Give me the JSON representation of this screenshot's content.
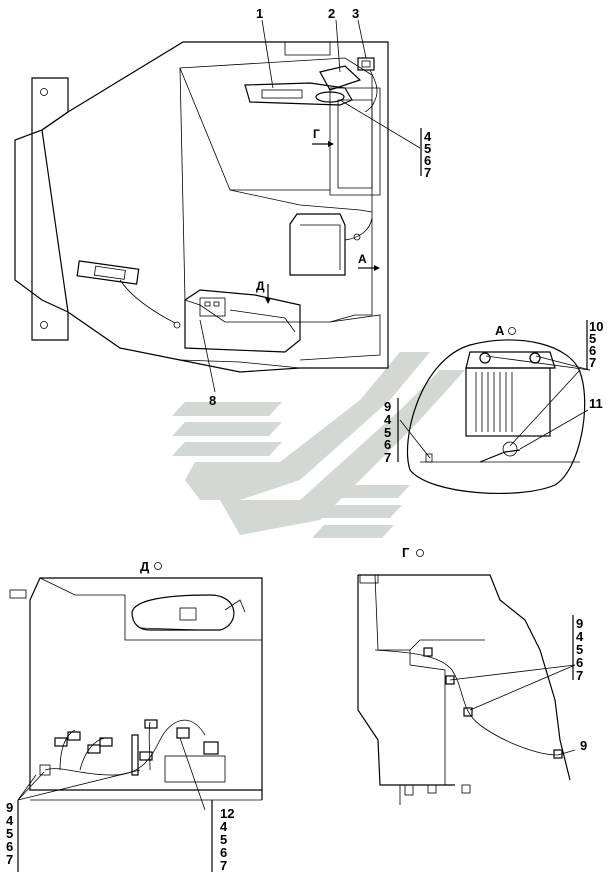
{
  "callouts": {
    "top": [
      "1",
      "2",
      "3",
      "8"
    ],
    "top_stack": [
      "4",
      "5",
      "6",
      "7"
    ],
    "view_markers": {
      "G": "Г",
      "A": "А",
      "D": "Д"
    },
    "view_a": {
      "title": "А",
      "stack_right": [
        "10",
        "5",
        "6",
        "7"
      ],
      "label_11": "11",
      "stack_left": [
        "9",
        "4",
        "5",
        "6",
        "7"
      ]
    },
    "view_d": {
      "title": "Д",
      "stack_left": [
        "9",
        "4",
        "5",
        "6",
        "7"
      ],
      "stack_right": [
        "12",
        "4",
        "5",
        "6",
        "7"
      ]
    },
    "view_g": {
      "title": "Г",
      "stack_right": [
        "9",
        "4",
        "5",
        "6",
        "7"
      ],
      "label_9": "9"
    }
  },
  "colors": {
    "line": "#000000",
    "watermark": "#d4d8d4",
    "background": "#ffffff"
  }
}
